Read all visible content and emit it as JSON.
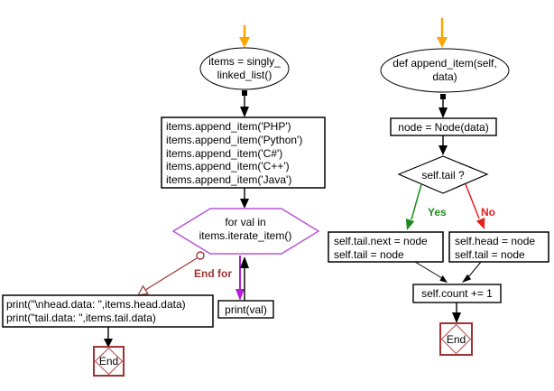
{
  "diagram": {
    "type": "flowchart",
    "background": "#FFFFFF"
  },
  "colors": {
    "start_arrow": "#FFA500",
    "connector": "#000000",
    "shape_border": "#000000",
    "loop_hexagon_border": "#BA55D3",
    "loop_back_arrow": "#B01FD9",
    "loop_exit": "#A03333",
    "end_box_border": "#A03333",
    "end_box_diamond": "#B24A4A",
    "yes_branch": "#1E8C1E",
    "no_branch": "#E32121",
    "text": "#000000"
  },
  "left_flow": {
    "start_node_lines": [
      "items = singly_",
      "linked_list()"
    ],
    "append_block_lines": [
      "items.append_item('PHP')",
      "items.append_item('Python')",
      "items.append_item('C#')",
      "items.append_item('C++')",
      "items.append_item('Java')"
    ],
    "loop_node_lines": [
      "for val in",
      "items.iterate_item()"
    ],
    "loop_body_label": "print(val)",
    "loop_exit_label": "End for",
    "print_block_lines": [
      "print(\"\\nhead.data: \",items.head.data)",
      "print(\"tail.data: \",items.tail.data)"
    ],
    "end_label": "End"
  },
  "right_flow": {
    "start_node_lines": [
      "def append_item(self,",
      "data)"
    ],
    "node_block_label": "node = Node(data)",
    "decision_label": "self.tail ?",
    "yes_label": "Yes",
    "no_label": "No",
    "yes_block_lines": [
      "self.tail.next = node",
      "self.tail = node"
    ],
    "no_block_lines": [
      "self.head = node",
      "self.tail = node"
    ],
    "count_block_label": "self.count += 1",
    "end_label": "End"
  }
}
